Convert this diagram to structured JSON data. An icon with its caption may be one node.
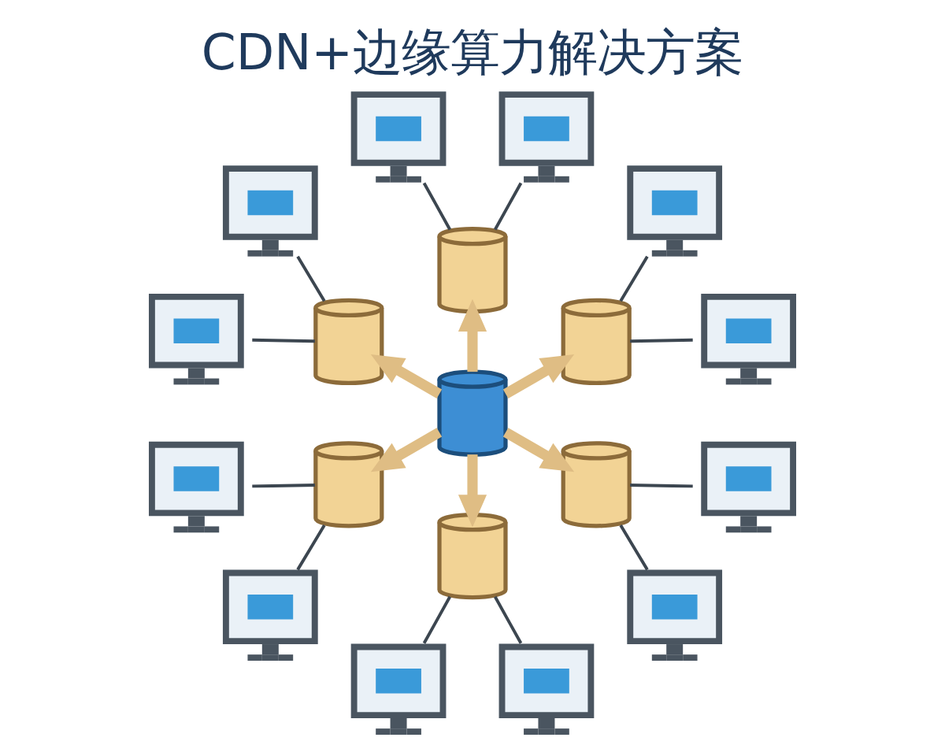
{
  "diagram": {
    "title": "CDN+边缘算力解决方案",
    "nodes": [
      {
        "text": [],
        "shape": "cylinder"
      },
      {
        "text": [],
        "shape": "cylinder"
      },
      {
        "text": [],
        "shape": "picture"
      },
      {
        "text": [],
        "shape": "picture"
      },
      {
        "text": [],
        "shape": "cylinder"
      },
      {
        "text": [],
        "shape": "picture"
      },
      {
        "text": [],
        "shape": "picture"
      },
      {
        "text": [],
        "shape": "cylinder"
      },
      {
        "text": [],
        "shape": "picture"
      },
      {
        "text": [],
        "shape": "picture"
      },
      {
        "text": [],
        "shape": "cylinder"
      },
      {
        "text": [],
        "shape": "picture"
      },
      {
        "text": [],
        "shape": "picture"
      },
      {
        "text": [],
        "shape": "cylinder"
      },
      {
        "text": [],
        "shape": "picture"
      },
      {
        "text": [],
        "shape": "picture"
      },
      {
        "text": [],
        "shape": "cylinder"
      },
      {
        "text": [],
        "shape": "picture"
      },
      {
        "text": [],
        "shape": "picture"
      }
    ],
    "edges": [
      {
        "from": 0,
        "to": 1,
        "arrow": "to",
        "style": "thick",
        "color": "#dfbd84"
      },
      {
        "from": 0,
        "to": 4,
        "arrow": "to",
        "style": "thick",
        "color": "#dfbd84"
      },
      {
        "from": 0,
        "to": 7,
        "arrow": "to",
        "style": "thick",
        "color": "#dfbd84"
      },
      {
        "from": 0,
        "to": 10,
        "arrow": "to",
        "style": "thick",
        "color": "#dfbd84"
      },
      {
        "from": 0,
        "to": 13,
        "arrow": "to",
        "style": "thick",
        "color": "#dfbd84"
      },
      {
        "from": 0,
        "to": 16,
        "arrow": "to",
        "style": "thick",
        "color": "#dfbd84"
      },
      {
        "from": 1,
        "to": 2,
        "arrow": "none"
      },
      {
        "from": 1,
        "to": 3,
        "arrow": "none"
      },
      {
        "from": 4,
        "to": 5,
        "arrow": "none"
      },
      {
        "from": 4,
        "to": 6,
        "arrow": "none"
      },
      {
        "from": 7,
        "to": 8,
        "arrow": "none"
      },
      {
        "from": 7,
        "to": 9,
        "arrow": "none"
      },
      {
        "from": 10,
        "to": 11,
        "arrow": "none"
      },
      {
        "from": 10,
        "to": 12,
        "arrow": "none"
      },
      {
        "from": 13,
        "to": 14,
        "arrow": "none"
      },
      {
        "from": 13,
        "to": 15,
        "arrow": "none"
      },
      {
        "from": 16,
        "to": 17,
        "arrow": "none"
      },
      {
        "from": 16,
        "to": 18,
        "arrow": "none"
      }
    ]
  }
}
